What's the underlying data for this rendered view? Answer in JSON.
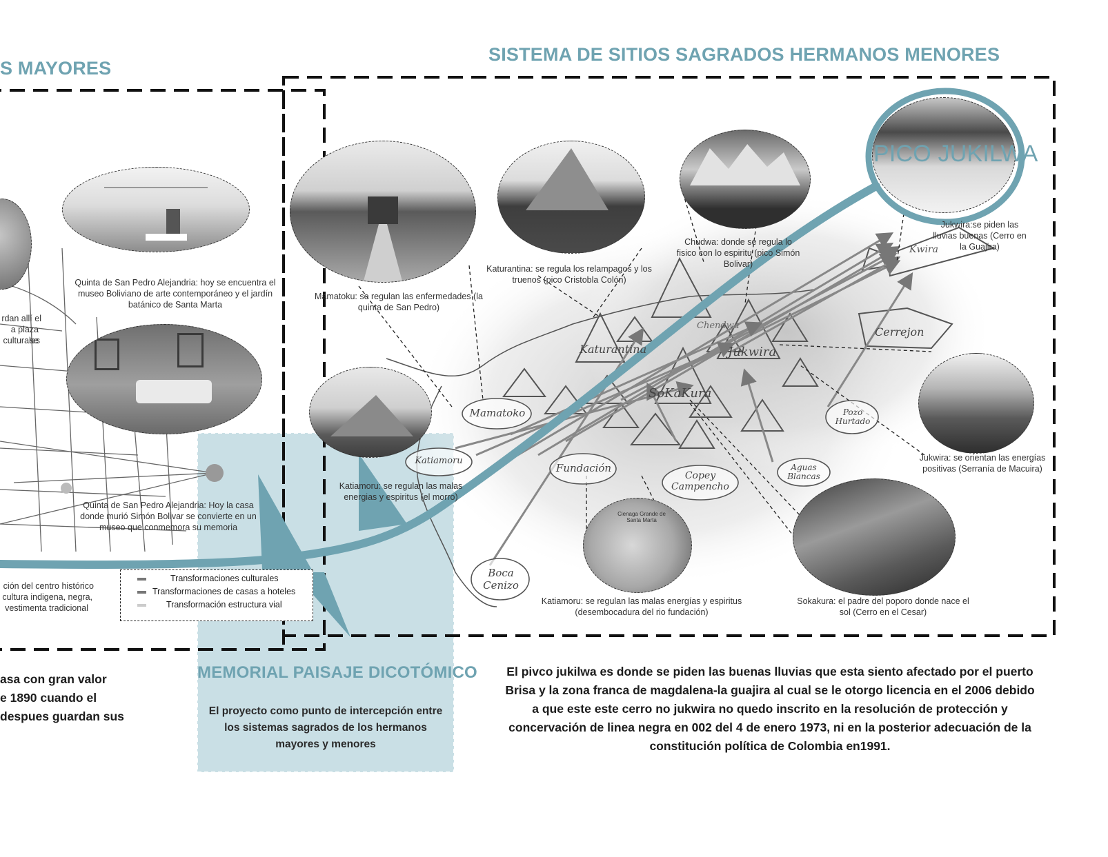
{
  "headers": {
    "left": "S MAYORES",
    "right": "SISTEMA DE SITIOS SAGRADOS HERMANOS MENORES",
    "pico": "PICO JUKILWA"
  },
  "left_panel": {
    "caption_museum": "Quinta de San Pedro Alejandria: hoy se encuentra el museo Boliviano de arte contemporáneo y el jardín batánico de Santa Marta",
    "caption_partial_1": "rdan allí el",
    "caption_partial_2": "a plaza se",
    "caption_partial_3": "culturales",
    "caption_bolivar": "Quinta de San Pedro Alejandria: Hoy la casa donde murió Simón Bolivar se convierte en un museo que conmemora su memoria",
    "caption_bottom_1": "ción del centro histórico",
    "caption_bottom_2": "cultura indigena, negra,",
    "caption_bottom_3": "vestimenta tradicional",
    "body_1": "asa con gran valor",
    "body_2": "e 1890 cuando el",
    "body_3": "despues guardan sus"
  },
  "legend": [
    {
      "label": "Transformaciones culturales"
    },
    {
      "label": "Transformaciones de casas a hoteles"
    },
    {
      "label": "Transformación estructura vial"
    }
  ],
  "sites": {
    "mamatoku": "Mamatoku: se regulan las enfermedades (la quinta de San Pedro)",
    "katurantina": "Katurantina: se regula los relampagos y los truenos (pico Cristobla Colón)",
    "chudwa": "Chudwa: donde se regula lo fisico con lo espiritu (pico Simón Bolivar)",
    "jukwira_top": "Jukwira:se piden las lluvias buenas (Cerro en la Guajira)",
    "jukwira": "Jukwira: se orientan las energías positivas (Serranía de Macuira)",
    "katiamoru_morro": "Katiamoru: se regulan las malas energias y espiritus (el morro)",
    "katiamoru": "Katiamoru: se regulan las malas energías y espiritus (desembocadura del rio fundación)",
    "sokakura": "Sokakura: el padre del poporo donde nace el sol (Cerro en el Cesar)"
  },
  "map_labels": {
    "mamatoko": "Mamatoko",
    "katiamoru": "Katiamoru",
    "katurantina": "Katurantina",
    "chendwa": "Chendwa",
    "jukwira": "Jukwira",
    "sokakura": "SoKaKura",
    "kwira": "Kwira",
    "cerrejon": "Cerrejon",
    "pozo": "Pozo Hurtado",
    "fundacion": "Fundación",
    "copey": "Copey Campencho",
    "aguas": "Aguas Blancas",
    "boca": "Boca Cenizo",
    "cienaga": "Cienaga Grande de Santa Marta"
  },
  "memorial": {
    "title": "MEMORIAL PAISAJE DICOTÓMICO",
    "text": "El proyecto como punto de intercepción entre los sistemas sagrados de los hermanos mayores y menores"
  },
  "description": "El pivco jukilwa es donde se piden las buenas lluvias que esta siento afectado por el puerto Brisa y la zona franca de magdalena-la guajira al cual se le otorgo licencia en el 2006 debido a que este este cerro no jukwira no quedo inscrito en la resolución de protección y concervación de linea negra en 002 del 4 de enero 1973, ni en la posterior adecuación de la constitución política de Colombia en1991.",
  "colors": {
    "teal": "#6fa3b1",
    "teal_light": "#c9dfe5",
    "dash": "#111111"
  }
}
